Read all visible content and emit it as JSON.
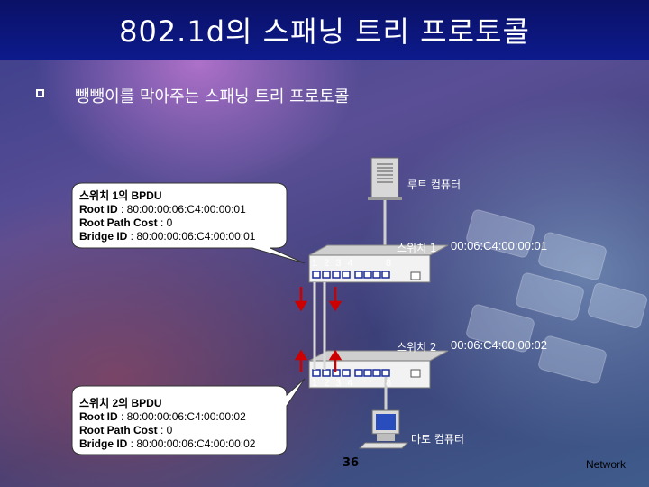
{
  "title": "802.1d의 스패닝 트리 프로토콜",
  "subtitle": "뺑뺑이를 막아주는 스패닝 트리 프로토콜",
  "root_label": "루트 컴퓨터",
  "host_label": "마토 컴퓨터",
  "switch1": {
    "name": "스위치 1",
    "mac": "00:06:C4:00:00:01",
    "ports_left": "1 2 3 4",
    "ports_right": "8"
  },
  "switch2": {
    "name": "스위치 2",
    "mac": "00:06:C4:00:00:02",
    "ports_left": "1 2 3 4",
    "ports_right": "8"
  },
  "bpdu1": {
    "heading": "스위치 1의 BPDU",
    "root_id_label": "Root ID",
    "root_id_value": " : 80:00:00:06:C4:00:00:01",
    "path_cost_label": "Root Path Cost",
    "path_cost_value": " : 0",
    "bridge_id_label": "Bridge ID",
    "bridge_id_value": " : 80:00:00:06:C4:00:00:01"
  },
  "bpdu2": {
    "heading": "스위치 2의 BPDU",
    "root_id_label": "Root ID",
    "root_id_value": " : 80:00:00:06:C4:00:00:02",
    "path_cost_label": "Root Path Cost",
    "path_cost_value": " : 0",
    "bridge_id_label": "Bridge ID",
    "bridge_id_value": " : 80:00:00:06:C4:00:00:02"
  },
  "page_number": "36",
  "footer": "Network",
  "colors": {
    "title_bar": "#0d1a8c",
    "arrow": "#cc0000",
    "switch_body": "#f2f2f2",
    "bubble": "#ffffff"
  }
}
